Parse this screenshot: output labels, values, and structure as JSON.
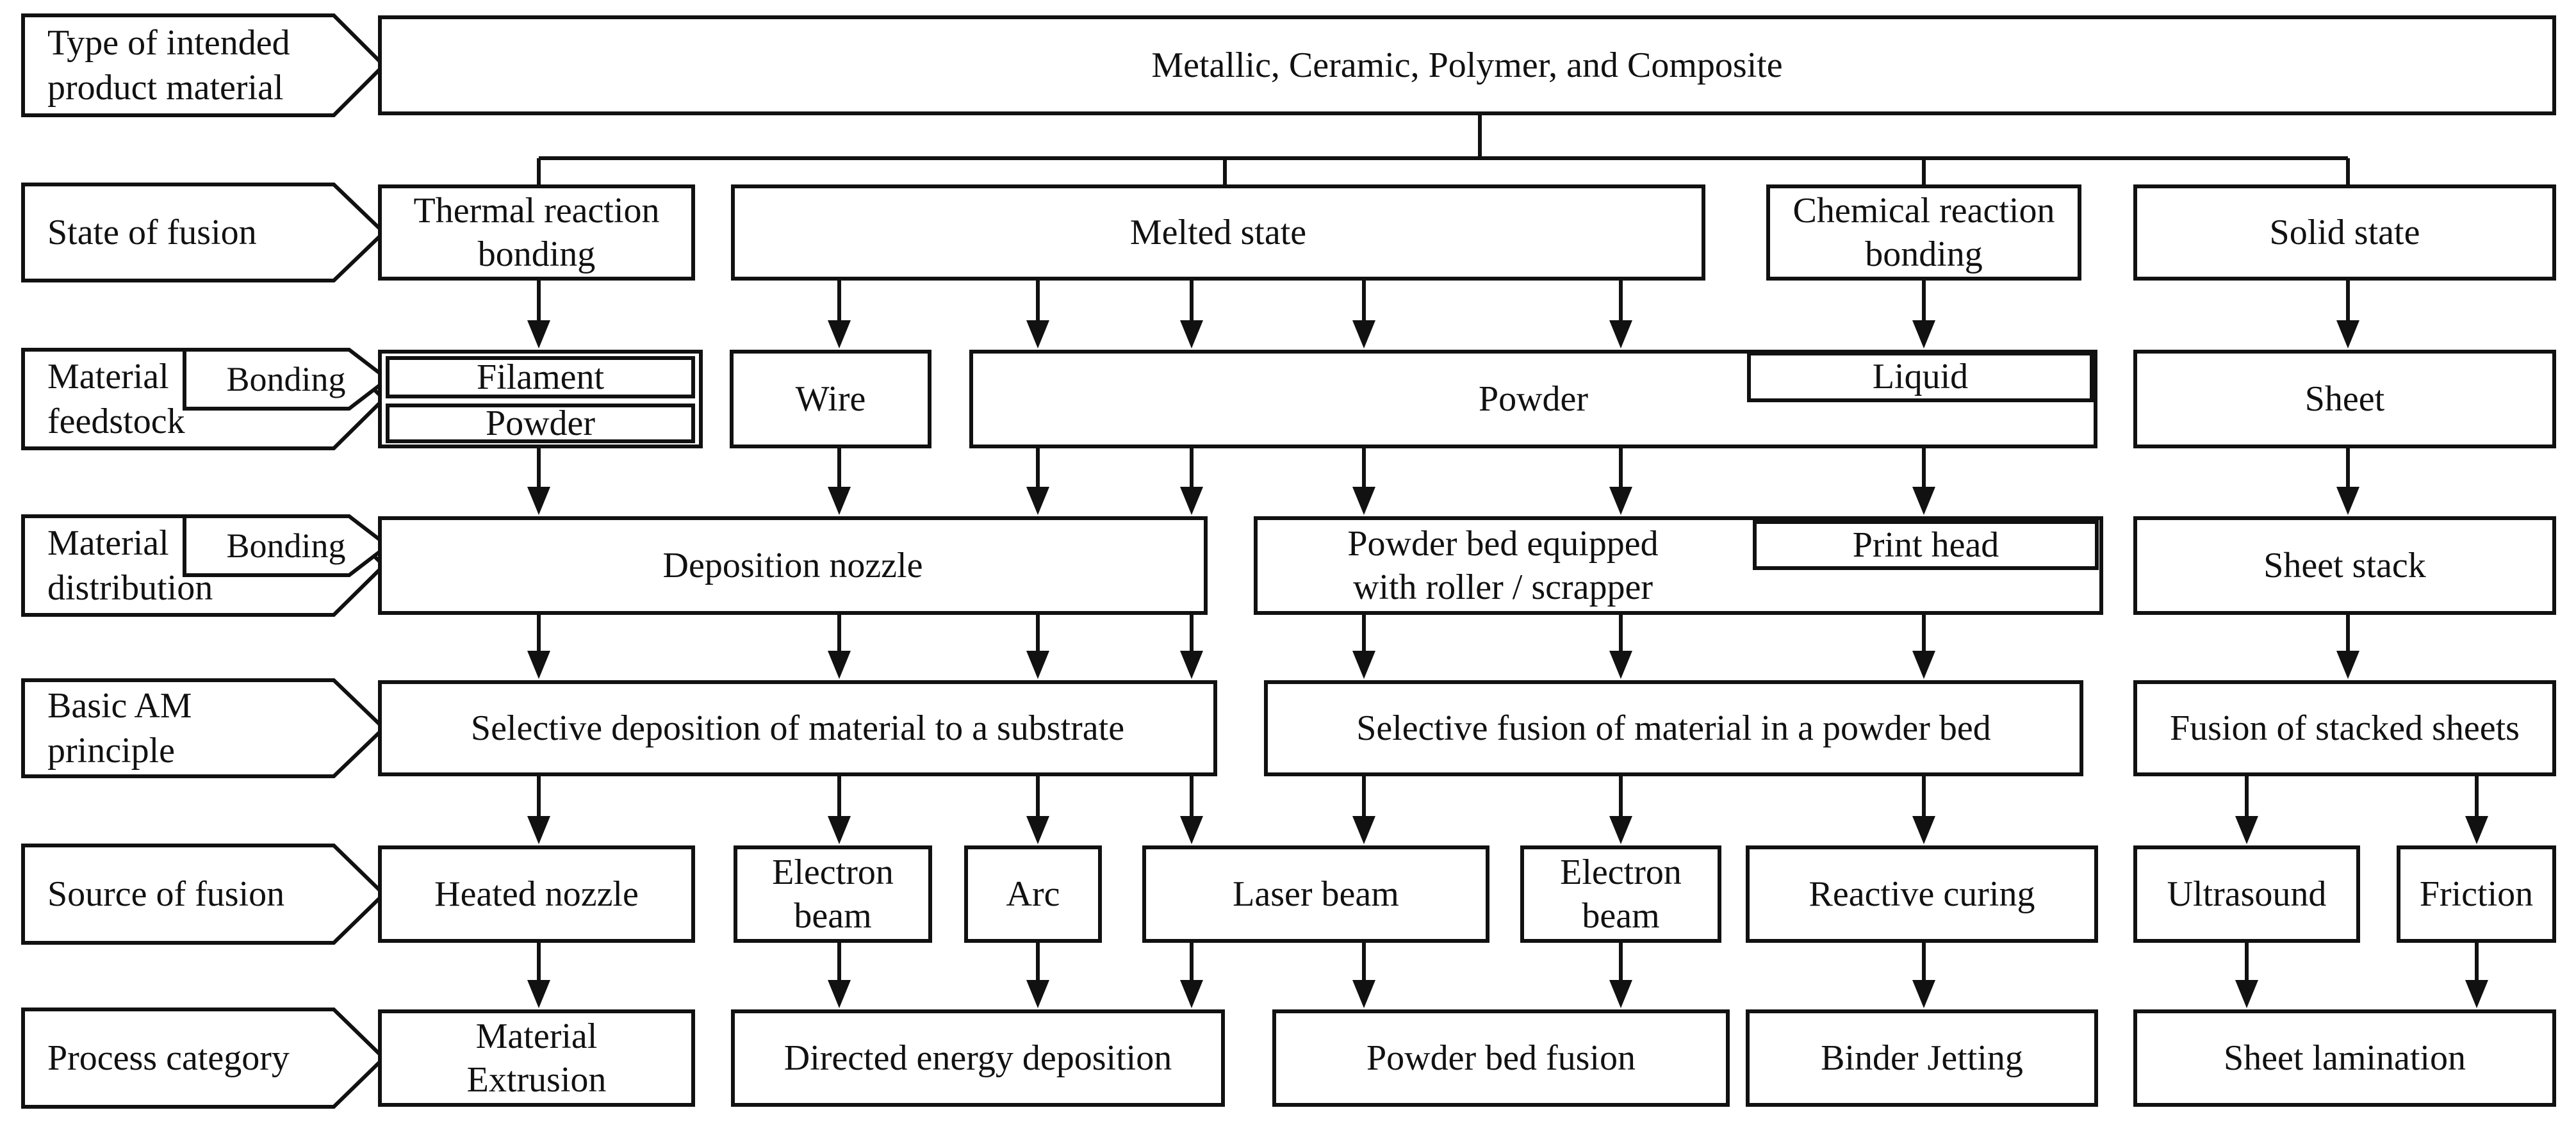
{
  "diagram_title_semantic": "Additive manufacturing process classification flowchart",
  "colors": {
    "line": "#111111",
    "background": "#ffffff"
  },
  "row_labels": [
    {
      "id": "product-material",
      "text": "Type of intended\nproduct material"
    },
    {
      "id": "state-of-fusion",
      "text": "State of fusion"
    },
    {
      "id": "material-feedstock",
      "text": "Material\nfeedstock"
    },
    {
      "id": "material-distribution",
      "text": "Material\ndistribution"
    },
    {
      "id": "basic-am-principle",
      "text": "Basic AM\nprinciple"
    },
    {
      "id": "source-of-fusion",
      "text": "Source of fusion"
    },
    {
      "id": "process-category",
      "text": "Process category"
    }
  ],
  "bonding_tag": "Bonding",
  "boxes": {
    "material_types": "Metallic, Ceramic, Polymer, and Composite",
    "thermal_reaction_bonding": "Thermal reaction\nbonding",
    "melted_state": "Melted state",
    "chemical_reaction_bonding": "Chemical reaction\nbonding",
    "solid_state": "Solid state",
    "filament": "Filament",
    "powder_feedstock": "Powder",
    "wire": "Wire",
    "powder_wide": "Powder",
    "liquid": "Liquid",
    "sheet": "Sheet",
    "deposition_nozzle": "Deposition nozzle",
    "powder_bed": "Powder bed equipped\nwith roller / scrapper",
    "print_head": "Print head",
    "sheet_stack": "Sheet stack",
    "selective_deposition": "Selective deposition of material to a substrate",
    "selective_fusion": "Selective fusion of material in a powder bed",
    "fusion_stacked_sheets": "Fusion of stacked sheets",
    "heated_nozzle": "Heated nozzle",
    "electron_beam_1": "Electron\nbeam",
    "arc": "Arc",
    "laser_beam": "Laser beam",
    "electron_beam_2": "Electron\nbeam",
    "reactive_curing": "Reactive curing",
    "ultrasound": "Ultrasound",
    "friction": "Friction",
    "material_extrusion": "Material\nExtrusion",
    "directed_energy_deposition": "Directed energy deposition",
    "powder_bed_fusion": "Powder bed fusion",
    "binder_jetting": "Binder Jetting",
    "sheet_lamination": "Sheet lamination"
  }
}
